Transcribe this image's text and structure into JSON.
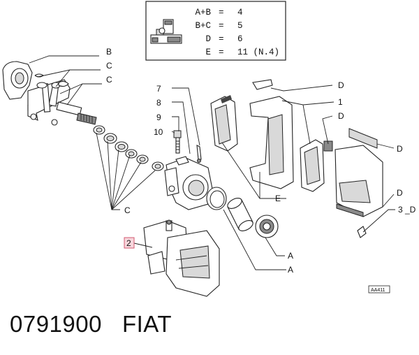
{
  "legend": {
    "rows": [
      {
        "key": "A+B",
        "eq": "=",
        "val": "4"
      },
      {
        "key": "B+C",
        "eq": "=",
        "val": "5"
      },
      {
        "key": "D",
        "eq": "=",
        "val": "6"
      },
      {
        "key": "E",
        "eq": "=",
        "val": "11 (N.4)"
      }
    ]
  },
  "callouts": {
    "b": "B",
    "c1": "C",
    "c2": "C",
    "c3": "C",
    "d1": "D",
    "d2": "D",
    "d3": "D",
    "d4": "D",
    "d5": "3 _D",
    "one": "1",
    "two": "2",
    "seven": "7",
    "eight": "8",
    "nine": "9",
    "ten": "10",
    "e": "E",
    "a1": "A",
    "a2": "A"
  },
  "ref_tag": "AA411",
  "caption": "0791900   FIAT"
}
